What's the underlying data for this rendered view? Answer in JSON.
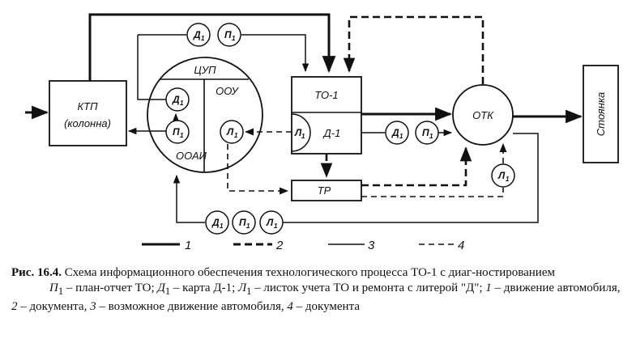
{
  "diagram": {
    "blocks": {
      "ktp": {
        "line1": "КТП",
        "line2": "(колонна)"
      },
      "cup": {
        "title": "ЦУП",
        "left_section": "ООАИ",
        "right_section": "ООУ"
      },
      "to1": {
        "label": "ТО-1"
      },
      "d1": {
        "label": "Д-1"
      },
      "tr": {
        "label": "ТР"
      },
      "otk": {
        "label": "ОТК"
      },
      "parking": {
        "label": "Стоянка"
      }
    },
    "documents": {
      "D": {
        "letter": "Д",
        "sub": "1"
      },
      "P": {
        "letter": "П",
        "sub": "1"
      },
      "L": {
        "letter": "Л",
        "sub": "1"
      }
    },
    "legend": [
      {
        "num": "1",
        "style": "thick-solid"
      },
      {
        "num": "2",
        "style": "thick-dashed"
      },
      {
        "num": "3",
        "style": "thin-solid"
      },
      {
        "num": "4",
        "style": "thin-dashed"
      }
    ]
  },
  "caption": {
    "fig_label": "Рис. 16.4.",
    "title": " Схема информационного обеспечения технологического процесса ТО-1 с диаг-ностированием",
    "legend_parts": [
      {
        "t": "П",
        "i": true
      },
      {
        "t": "1",
        "sub": true
      },
      {
        "t": " – план-отчет ТО; "
      },
      {
        "t": "Д",
        "i": true
      },
      {
        "t": "1",
        "sub": true
      },
      {
        "t": " – карта Д-1; "
      },
      {
        "t": "Л",
        "i": true
      },
      {
        "t": "1",
        "sub": true
      },
      {
        "t": " – листок учета ТО и ремонта с литерой \"Д\"; "
      },
      {
        "t": "1",
        "i": true
      },
      {
        "t": " – движение автомобиля, "
      },
      {
        "t": "2",
        "i": true
      },
      {
        "t": " – документа, "
      },
      {
        "t": "3",
        "i": true
      },
      {
        "t": " – возможное движение автомобиля, "
      },
      {
        "t": "4",
        "i": true
      },
      {
        "t": " – документа"
      }
    ]
  }
}
